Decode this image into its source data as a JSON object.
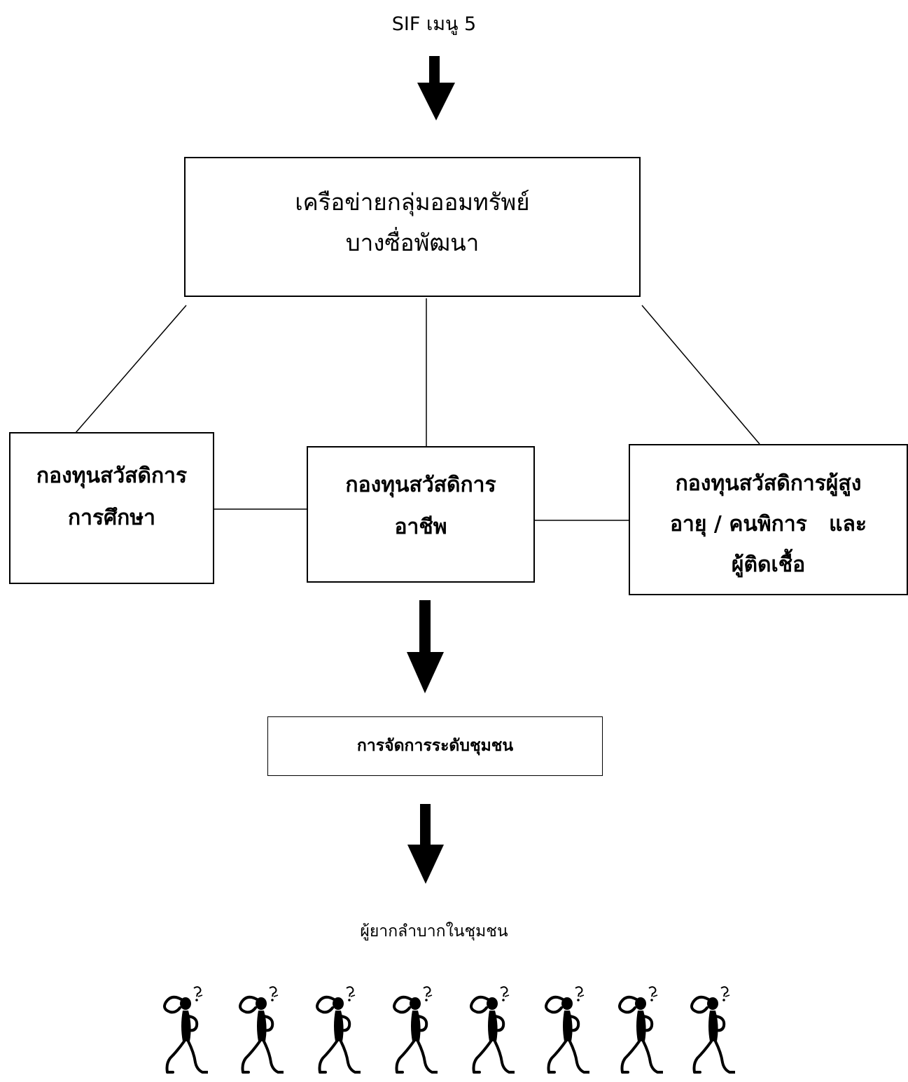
{
  "title": "SIF  เมนู 5",
  "network": {
    "line1": "เครือข่ายกลุ่มออมทรัพย์",
    "line2": "บางซื่อพัฒนา"
  },
  "funds": {
    "education": {
      "line1": "กองทุนสวัสดิการ",
      "line2": "การศึกษา"
    },
    "occupation": {
      "line1": "กองทุนสวัสดิการ",
      "line2": "อาชีพ"
    },
    "elderly": {
      "line1": "กองทุนสวัสดิการผู้สูง",
      "line2": "อายุ / คนพิการ   และ",
      "line3": "ผู้ติดเชื้อ"
    }
  },
  "community_management": "การจัดการระดับชุมชน",
  "community_poor_label": "ผู้ยากลำบากในชุมชน",
  "people_icons": [
    "thinking-person-icon",
    "thinking-person-icon",
    "thinking-person-icon",
    "thinking-person-icon",
    "thinking-person-icon",
    "thinking-person-icon",
    "thinking-person-icon",
    "thinking-person-icon"
  ]
}
